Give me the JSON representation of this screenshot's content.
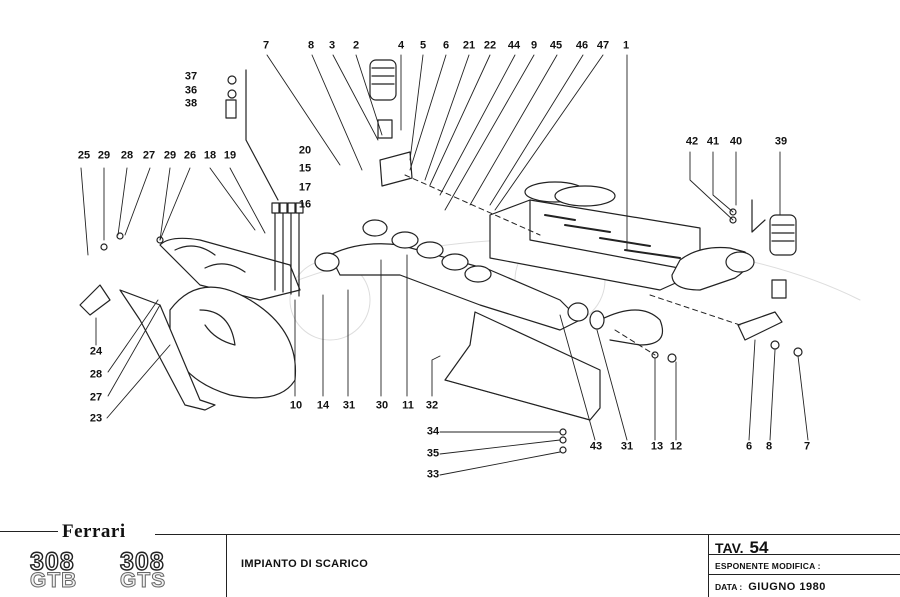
{
  "document": {
    "brand": "Ferrari",
    "models": [
      {
        "number": "308",
        "suffix": "GTB"
      },
      {
        "number": "308",
        "suffix": "GTS"
      }
    ],
    "description": "IMPIANTO DI SCARICO",
    "table_label": "TAV.",
    "table_number": "54",
    "revision_label": "ESPONENTE  MODIFICA :",
    "revision_value": "",
    "date_label": "DATA :",
    "date_value": "GIUGNO  1980"
  },
  "callouts": {
    "top_row": [
      "7",
      "8",
      "3",
      "2",
      "4",
      "5",
      "6",
      "21",
      "22",
      "44",
      "9",
      "45",
      "46",
      "47",
      "1"
    ],
    "left_cluster": [
      "37",
      "36",
      "38"
    ],
    "left_row": [
      "25",
      "29",
      "28",
      "27",
      "29",
      "26",
      "18",
      "19"
    ],
    "middle_left": [
      "20",
      "15",
      "17",
      "16"
    ],
    "right_upper": [
      "42",
      "41",
      "40",
      "39"
    ],
    "bottom_left": [
      "24",
      "28",
      "27",
      "23"
    ],
    "bottom_row_left": [
      "10",
      "14",
      "31",
      "30",
      "11",
      "32"
    ],
    "bottom_row_center": [
      "34",
      "35",
      "33",
      "43",
      "31",
      "13",
      "12"
    ],
    "bottom_row_right": [
      "6",
      "8",
      "7"
    ]
  }
}
